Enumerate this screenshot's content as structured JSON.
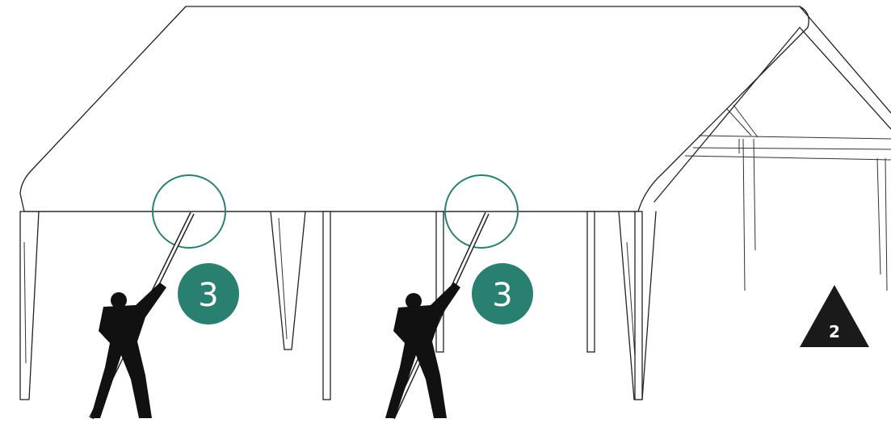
{
  "step_badges": [
    {
      "label": "3"
    },
    {
      "label": "3"
    }
  ],
  "step_marker": {
    "label": "2"
  },
  "colors": {
    "accent": "#2a8070",
    "line": "#222222",
    "marker": "#1a1a1a",
    "figure": "#111111"
  }
}
